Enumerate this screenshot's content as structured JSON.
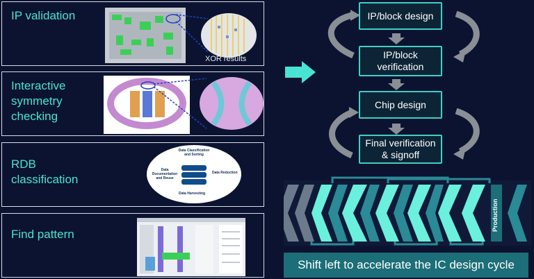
{
  "panels": [
    {
      "title": "IP validation",
      "thumb_label": "XOR results"
    },
    {
      "title": "Interactive\nsymmetry\nchecking"
    },
    {
      "title": "RDB\nclassification",
      "wheel": {
        "top": "Data Classification\nand Sorting",
        "right": "Data Reduction",
        "bottom": "Data Harvesting",
        "left": "Data\nDocumentation\nand Reuse"
      }
    },
    {
      "title": "Find pattern"
    }
  ],
  "flow": [
    {
      "label": "IP/block design"
    },
    {
      "label": "IP/block\nverification"
    },
    {
      "label": "Chip design"
    },
    {
      "label": "Final verification\n& signoff"
    }
  ],
  "chevrons": {
    "production_label": "Production"
  },
  "banner": {
    "text": "Shift left to accelerate the IC design cycle"
  },
  "colors": {
    "accent": "#49e3d3",
    "background": "#0b1330",
    "chevron_light": "#6af0dc",
    "chevron_dark": "#2a8a96",
    "chevron_gray": "#6b7b8c"
  }
}
